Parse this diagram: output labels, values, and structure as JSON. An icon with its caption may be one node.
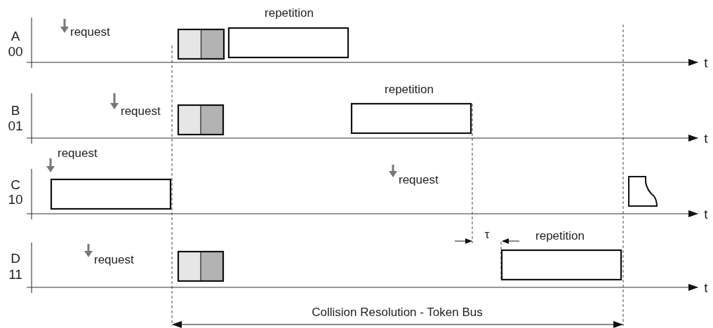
{
  "diagram": {
    "labels": [
      "repetition",
      "A",
      "request",
      "00",
      "t",
      "repetition",
      "B",
      "request",
      "01",
      "t",
      "request",
      "C",
      "request",
      "10",
      "t",
      "τ",
      "repetition",
      "D",
      "request",
      "11",
      "t",
      "Collision Resolution - Token Bus"
    ]
  }
}
